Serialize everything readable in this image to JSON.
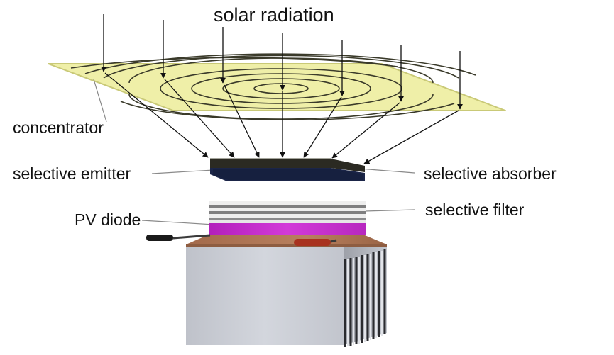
{
  "labels": {
    "title": "solar radiation",
    "concentrator": "concentrator",
    "selective_emitter": "selective emitter",
    "selective_absorber": "selective absorber",
    "pv_diode": "PV diode",
    "selective_filter": "selective filter"
  },
  "colors": {
    "concentrator_fill": "#efefa8",
    "concentrator_edge": "#c9c977",
    "ring_line": "#3a3a2a",
    "arrow": "#111111",
    "leader_line": "#8a8a8a",
    "emitter_top": "#2b2a22",
    "absorber_body": "#16203f",
    "filter_light": "#eeeeee",
    "filter_dark": "#7f7f80",
    "pv_diode": "#c92fcf",
    "copper_plate": "#b07553",
    "heat_sink": "#c9ccd4",
    "wire_black": "#1a1a1a",
    "wire_red": "#a8321f"
  }
}
